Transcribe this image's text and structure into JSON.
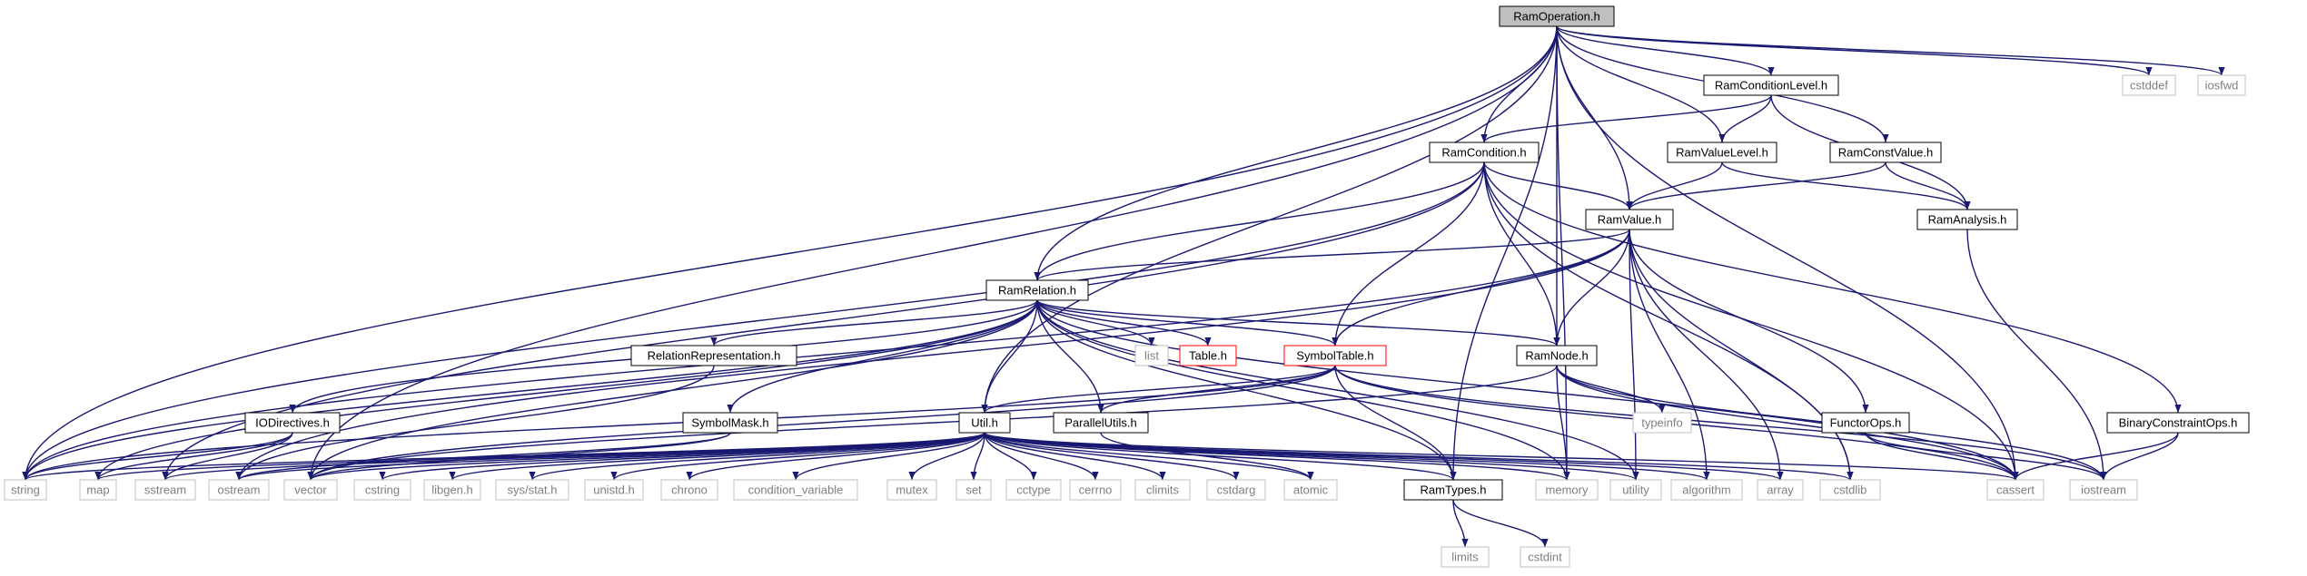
{
  "colors": {
    "node_border": "#000000",
    "ghost_border": "#bfbfbf",
    "root_fill": "#bfbfbf",
    "truncated_border": "#ff0000",
    "edge": "#191970",
    "text": "#000000",
    "ghost_text": "#7f7f7f"
  },
  "nodes": {
    "RamOperation": {
      "label": "RamOperation.h",
      "kind": "root"
    },
    "cstddef": {
      "label": "cstddef",
      "kind": "ghost"
    },
    "iosfwd": {
      "label": "iosfwd",
      "kind": "ghost"
    },
    "RamConditionLevel": {
      "label": "RamConditionLevel.h",
      "kind": "normal"
    },
    "RamCondition": {
      "label": "RamCondition.h",
      "kind": "normal"
    },
    "RamValueLevel": {
      "label": "RamValueLevel.h",
      "kind": "normal"
    },
    "RamConstValue": {
      "label": "RamConstValue.h",
      "kind": "normal"
    },
    "RamAnalysis": {
      "label": "RamAnalysis.h",
      "kind": "normal"
    },
    "RamValue": {
      "label": "RamValue.h",
      "kind": "normal"
    },
    "RamRelation": {
      "label": "RamRelation.h",
      "kind": "normal"
    },
    "list": {
      "label": "list",
      "kind": "ghost"
    },
    "Table": {
      "label": "Table.h",
      "kind": "truncated"
    },
    "SymbolTable": {
      "label": "SymbolTable.h",
      "kind": "truncated"
    },
    "RamNode": {
      "label": "RamNode.h",
      "kind": "normal"
    },
    "RelationRepresentation": {
      "label": "RelationRepresentation.h",
      "kind": "normal"
    },
    "typeinfo": {
      "label": "typeinfo",
      "kind": "ghost"
    },
    "FunctorOps": {
      "label": "FunctorOps.h",
      "kind": "normal"
    },
    "BinaryConstraintOps": {
      "label": "BinaryConstraintOps.h",
      "kind": "normal"
    },
    "IODirectives": {
      "label": "IODirectives.h",
      "kind": "normal"
    },
    "SymbolMask": {
      "label": "SymbolMask.h",
      "kind": "normal"
    },
    "Util": {
      "label": "Util.h",
      "kind": "normal"
    },
    "ParallelUtils": {
      "label": "ParallelUtils.h",
      "kind": "normal"
    },
    "string": {
      "label": "string",
      "kind": "ghost"
    },
    "map": {
      "label": "map",
      "kind": "ghost"
    },
    "sstream": {
      "label": "sstream",
      "kind": "ghost"
    },
    "ostream": {
      "label": "ostream",
      "kind": "ghost"
    },
    "vector": {
      "label": "vector",
      "kind": "ghost"
    },
    "cstring": {
      "label": "cstring",
      "kind": "ghost"
    },
    "libgen": {
      "label": "libgen.h",
      "kind": "ghost"
    },
    "sysstat": {
      "label": "sys/stat.h",
      "kind": "ghost"
    },
    "unistd": {
      "label": "unistd.h",
      "kind": "ghost"
    },
    "chrono": {
      "label": "chrono",
      "kind": "ghost"
    },
    "condvar": {
      "label": "condition_variable",
      "kind": "ghost"
    },
    "mutex": {
      "label": "mutex",
      "kind": "ghost"
    },
    "set": {
      "label": "set",
      "kind": "ghost"
    },
    "cctype": {
      "label": "cctype",
      "kind": "ghost"
    },
    "cerrno": {
      "label": "cerrno",
      "kind": "ghost"
    },
    "climits": {
      "label": "climits",
      "kind": "ghost"
    },
    "cstdarg": {
      "label": "cstdarg",
      "kind": "ghost"
    },
    "atomic": {
      "label": "atomic",
      "kind": "ghost"
    },
    "RamTypes": {
      "label": "RamTypes.h",
      "kind": "normal"
    },
    "memory": {
      "label": "memory",
      "kind": "ghost"
    },
    "utility": {
      "label": "utility",
      "kind": "ghost"
    },
    "algorithm": {
      "label": "algorithm",
      "kind": "ghost"
    },
    "array": {
      "label": "array",
      "kind": "ghost"
    },
    "cstdlib": {
      "label": "cstdlib",
      "kind": "ghost"
    },
    "cassert": {
      "label": "cassert",
      "kind": "ghost"
    },
    "iostream": {
      "label": "iostream",
      "kind": "ghost"
    },
    "limits": {
      "label": "limits",
      "kind": "ghost"
    },
    "cstdint": {
      "label": "cstdint",
      "kind": "ghost"
    }
  },
  "edges": [
    [
      "RamOperation",
      "cstddef"
    ],
    [
      "RamOperation",
      "iosfwd"
    ],
    [
      "RamOperation",
      "RamConditionLevel"
    ],
    [
      "RamOperation",
      "RamCondition"
    ],
    [
      "RamOperation",
      "RamValueLevel"
    ],
    [
      "RamOperation",
      "RamConstValue"
    ],
    [
      "RamOperation",
      "RamValue"
    ],
    [
      "RamOperation",
      "RamRelation"
    ],
    [
      "RamOperation",
      "RamNode"
    ],
    [
      "RamOperation",
      "Util"
    ],
    [
      "RamOperation",
      "RamTypes"
    ],
    [
      "RamOperation",
      "string"
    ],
    [
      "RamOperation",
      "vector"
    ],
    [
      "RamOperation",
      "memory"
    ],
    [
      "RamOperation",
      "cassert"
    ],
    [
      "RamConditionLevel",
      "RamCondition"
    ],
    [
      "RamConditionLevel",
      "RamValueLevel"
    ],
    [
      "RamConditionLevel",
      "RamAnalysis"
    ],
    [
      "RamValueLevel",
      "RamValue"
    ],
    [
      "RamValueLevel",
      "RamAnalysis"
    ],
    [
      "RamConstValue",
      "RamValue"
    ],
    [
      "RamConstValue",
      "RamAnalysis"
    ],
    [
      "RamCondition",
      "RamValue"
    ],
    [
      "RamCondition",
      "RamRelation"
    ],
    [
      "RamCondition",
      "SymbolTable"
    ],
    [
      "RamCondition",
      "RamNode"
    ],
    [
      "RamCondition",
      "BinaryConstraintOps"
    ],
    [
      "RamCondition",
      "string"
    ],
    [
      "RamCondition",
      "sstream"
    ],
    [
      "RamCondition",
      "cstdlib"
    ],
    [
      "RamCondition",
      "cassert"
    ],
    [
      "RamValue",
      "RamRelation"
    ],
    [
      "RamValue",
      "SymbolTable"
    ],
    [
      "RamValue",
      "RamNode"
    ],
    [
      "RamValue",
      "FunctorOps"
    ],
    [
      "RamValue",
      "string"
    ],
    [
      "RamValue",
      "ostream"
    ],
    [
      "RamValue",
      "utility"
    ],
    [
      "RamValue",
      "algorithm"
    ],
    [
      "RamValue",
      "array"
    ],
    [
      "RamValue",
      "cstdlib"
    ],
    [
      "RamAnalysis",
      "iostream"
    ],
    [
      "RamRelation",
      "list"
    ],
    [
      "RamRelation",
      "Table"
    ],
    [
      "RamRelation",
      "SymbolTable"
    ],
    [
      "RamRelation",
      "RamNode"
    ],
    [
      "RamRelation",
      "RelationRepresentation"
    ],
    [
      "RamRelation",
      "IODirectives"
    ],
    [
      "RamRelation",
      "SymbolMask"
    ],
    [
      "RamRelation",
      "Util"
    ],
    [
      "RamRelation",
      "ParallelUtils"
    ],
    [
      "RamRelation",
      "string"
    ],
    [
      "RamRelation",
      "map"
    ],
    [
      "RamRelation",
      "vector"
    ],
    [
      "RamRelation",
      "memory"
    ],
    [
      "RamRelation",
      "utility"
    ],
    [
      "RamRelation",
      "cassert"
    ],
    [
      "RamRelation",
      "RamTypes"
    ],
    [
      "SymbolTable",
      "Util"
    ],
    [
      "SymbolTable",
      "ParallelUtils"
    ],
    [
      "SymbolTable",
      "RamTypes"
    ],
    [
      "SymbolTable",
      "string"
    ],
    [
      "SymbolTable",
      "vector"
    ],
    [
      "SymbolTable",
      "iostream"
    ],
    [
      "SymbolTable",
      "cassert"
    ],
    [
      "RamNode",
      "typeinfo"
    ],
    [
      "RamNode",
      "iostream"
    ],
    [
      "RamNode",
      "memory"
    ],
    [
      "RamNode",
      "cassert"
    ],
    [
      "RamNode",
      "vector"
    ],
    [
      "RelationRepresentation",
      "ostream"
    ],
    [
      "FunctorOps",
      "cassert"
    ],
    [
      "FunctorOps",
      "iostream"
    ],
    [
      "BinaryConstraintOps",
      "cassert"
    ],
    [
      "BinaryConstraintOps",
      "iostream"
    ],
    [
      "IODirectives",
      "string"
    ],
    [
      "IODirectives",
      "map"
    ],
    [
      "IODirectives",
      "sstream"
    ],
    [
      "SymbolMask",
      "ostream"
    ],
    [
      "SymbolMask",
      "vector"
    ],
    [
      "ParallelUtils",
      "atomic"
    ],
    [
      "Util",
      "string"
    ],
    [
      "Util",
      "map"
    ],
    [
      "Util",
      "sstream"
    ],
    [
      "Util",
      "ostream"
    ],
    [
      "Util",
      "vector"
    ],
    [
      "Util",
      "cstring"
    ],
    [
      "Util",
      "libgen"
    ],
    [
      "Util",
      "sysstat"
    ],
    [
      "Util",
      "unistd"
    ],
    [
      "Util",
      "chrono"
    ],
    [
      "Util",
      "condvar"
    ],
    [
      "Util",
      "mutex"
    ],
    [
      "Util",
      "set"
    ],
    [
      "Util",
      "cctype"
    ],
    [
      "Util",
      "cerrno"
    ],
    [
      "Util",
      "climits"
    ],
    [
      "Util",
      "cstdarg"
    ],
    [
      "Util",
      "atomic"
    ],
    [
      "Util",
      "RamTypes"
    ],
    [
      "Util",
      "memory"
    ],
    [
      "Util",
      "utility"
    ],
    [
      "Util",
      "algorithm"
    ],
    [
      "Util",
      "array"
    ],
    [
      "Util",
      "cstdlib"
    ],
    [
      "Util",
      "cassert"
    ],
    [
      "RamTypes",
      "limits"
    ],
    [
      "RamTypes",
      "cstdint"
    ]
  ]
}
